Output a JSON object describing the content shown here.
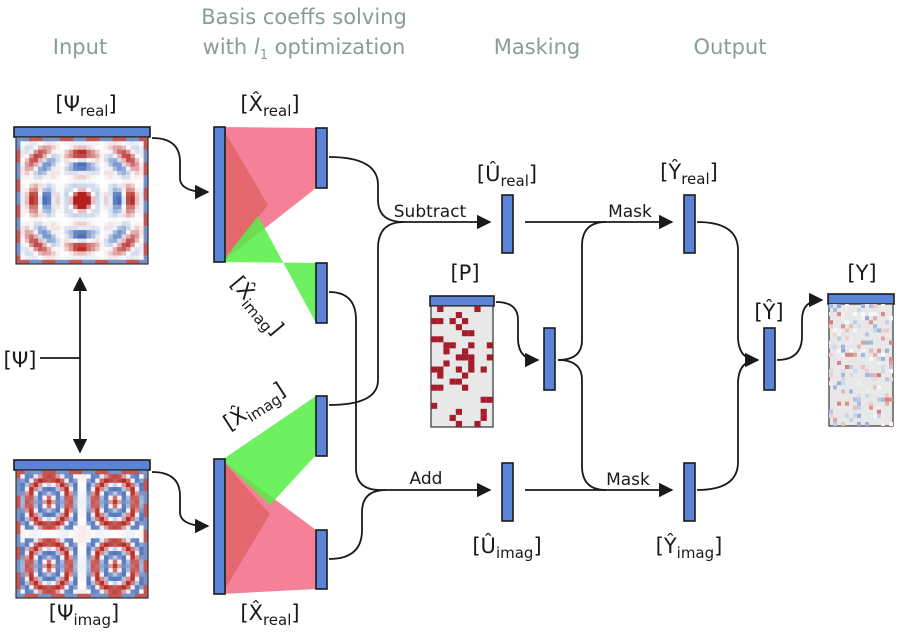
{
  "stages": {
    "input": "Input",
    "basis_line1": "Basis coeffs solving",
    "basis_line2_pre": "with ",
    "basis_line2_sym": "l",
    "basis_line2_sub": "1",
    "basis_line2_post": " optimization",
    "masking": "Masking",
    "output": "Output"
  },
  "labels": {
    "psi": "[Ψ]",
    "psi_real": {
      "open": "[Ψ",
      "sub": "real",
      "close": "]"
    },
    "psi_imag": {
      "open": "[Ψ",
      "sub": "imag",
      "close": "]"
    },
    "x_real_top": {
      "open": "[X̂",
      "sub": "real",
      "close": "]"
    },
    "x_imag_top": {
      "open": "[X̂",
      "sub": "imag",
      "close": "]"
    },
    "x_imag_bottom": {
      "open": "[X̂",
      "sub": "imag",
      "close": "]"
    },
    "x_real_bottom": {
      "open": "[X̂",
      "sub": "real",
      "close": "]"
    },
    "u_real": {
      "open": "[Û",
      "sub": "real",
      "close": "]"
    },
    "u_imag": {
      "open": "[Û",
      "sub": "imag",
      "close": "]"
    },
    "p": "[P]",
    "y_real": {
      "open": "[Ŷ",
      "sub": "real",
      "close": "]"
    },
    "y_imag": {
      "open": "[Ŷ",
      "sub": "imag",
      "close": "]"
    },
    "y_hat": "[Ŷ]",
    "y": "[Y]"
  },
  "operations": {
    "subtract": "Subtract",
    "add": "Add",
    "mask_top": "Mask",
    "mask_bottom": "Mask"
  },
  "colors": {
    "stage_heading": "#8a9c9a",
    "vector_bar": "#5b84d6",
    "positive": "#b3201e",
    "negative": "#4a6fb8",
    "real_projection": "#f26b86",
    "imag_projection": "#55ee44",
    "mask_fill": "#a51d2a",
    "panel_background": "#e8e8e8"
  }
}
